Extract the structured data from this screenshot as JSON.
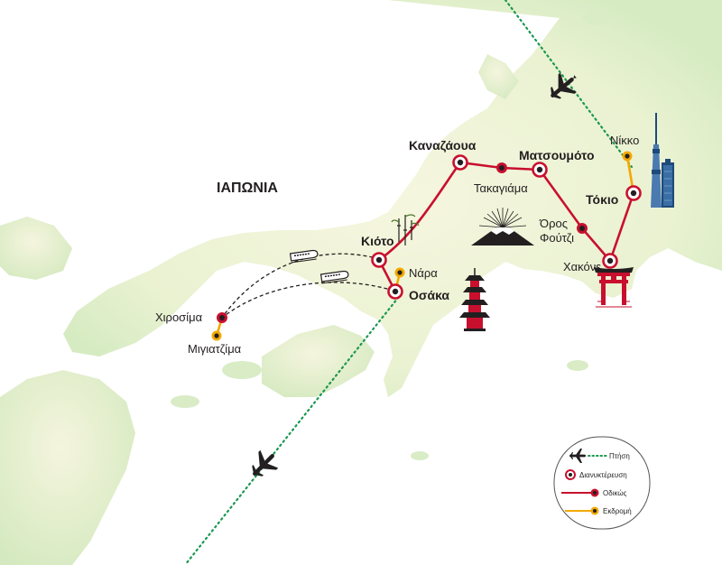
{
  "country_label": "ΙΑΠΩΝΙΑ",
  "places": {
    "tokyo": "Τόκιο",
    "nikko": "Νίκκο",
    "hakone": "Χακόνε",
    "fuji": "Όρος\nΦούτζι",
    "matsumoto": "Ματσουμότο",
    "takayama": "Τακαγιάμα",
    "kanazawa": "Καναζάουα",
    "kyoto": "Κιότο",
    "nara": "Νάρα",
    "osaka": "Οσάκα",
    "hiroshima": "Χιροσίμα",
    "miyajima": "Μιγιατζίμα"
  },
  "legend": {
    "flight": "Πτήση",
    "overnight": "Διανυκτέρευση",
    "road": "Οδικώς",
    "excursion": "Εκδρομή"
  },
  "colors": {
    "sea": "#ffffff",
    "land_dark": "#d7ebc5",
    "land_light": "#f4f4dc",
    "road": "#c8102e",
    "excursion": "#f2a900",
    "flight": "#1a9850",
    "train": "#231f20"
  },
  "icons": [
    "airplane-icon",
    "train-icon",
    "bamboo-icon",
    "mount-fuji-icon",
    "pagoda-icon",
    "torii-gate-icon",
    "tokyo-tower-icon"
  ]
}
